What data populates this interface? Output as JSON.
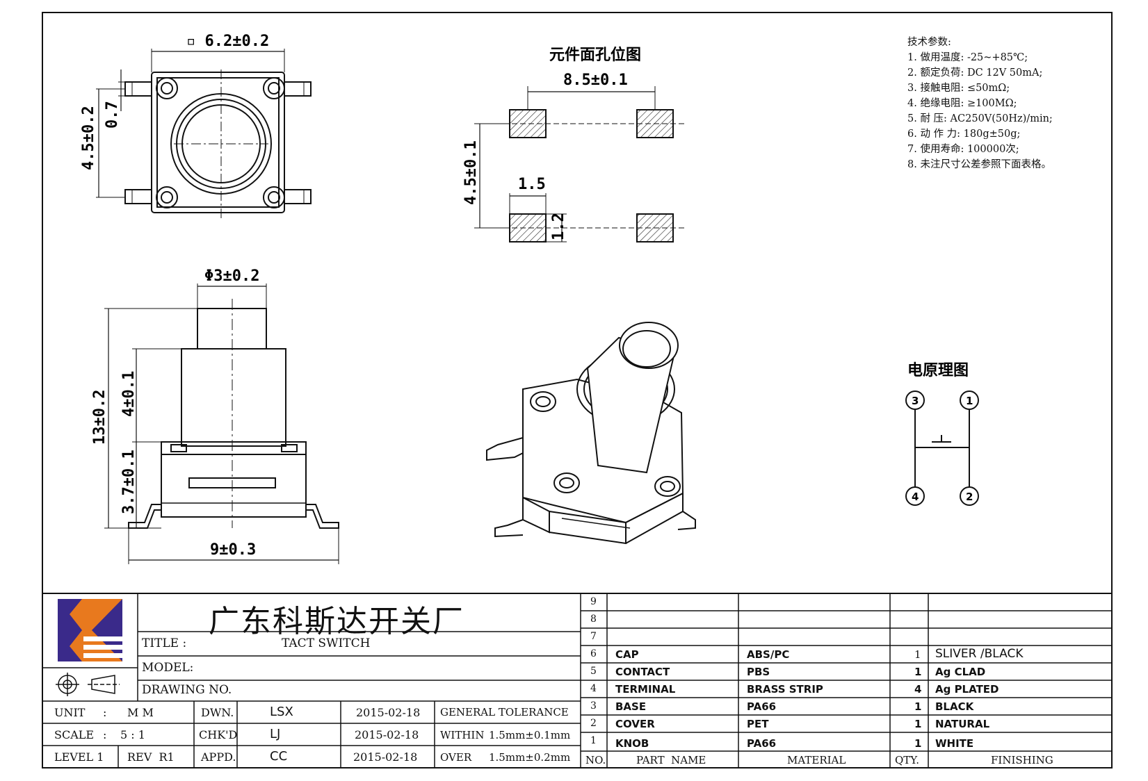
{
  "views": {
    "top_view": {
      "width_dim": "▫ 6.2±0.2",
      "height_dim": "4.5±0.2",
      "pin_dim": "0.7"
    },
    "pcb_layout": {
      "title": "元件面孔位图",
      "pitch_x": "8.5±0.1",
      "pitch_y": "4.5±0.1",
      "pad_w": "1.5",
      "pad_h": "1.2"
    },
    "side_view": {
      "actuator_dia": "Φ3±0.2",
      "total_height": "13±0.2",
      "stem_height": "4±0.1",
      "body_height": "3.7±0.1",
      "body_width": "9±0.3"
    },
    "circuit": {
      "title": "电原理图",
      "pins": [
        "3",
        "1",
        "4",
        "2"
      ]
    }
  },
  "specs": {
    "heading": "技术参数:",
    "items": [
      "1. 做用温度: -25~+85℃;",
      "2. 额定负荷: DC 12V 50mA;",
      "3. 接触电阻: ≤50mΩ;",
      "4. 绝缘电阻: ≥100MΩ;",
      "5. 耐    压: AC250V(50Hz)/min;",
      "6. 动 作 力: 180g±50g;",
      "7. 使用寿命: 100000次;",
      "8. 未注尺寸公差参照下面表格。"
    ]
  },
  "title_block": {
    "company": "广东科斯达开关厂",
    "title_label": "TITLE :",
    "title_value": "TACT SWITCH",
    "model_label": "MODEL:",
    "drawing_no_label": "DRAWING NO.",
    "unit_label": "UNIT",
    "unit_sep": ":",
    "unit_value": "M M",
    "scale_label": "SCALE",
    "scale_sep": ":",
    "scale_value": "5 : 1",
    "level": "LEVEL 1",
    "rev": "REV  R1",
    "dwn_label": "DWN.",
    "dwn_value": "LSX",
    "dwn_date": "2015-02-18",
    "chk_label": "CHK'D",
    "chk_value": "LJ",
    "chk_date": "2015-02-18",
    "appd_label": "APPD.",
    "appd_value": "CC",
    "appd_date": "2015-02-18",
    "tol_1": "GENERAL TOLERANCE",
    "tol_2_a": "WITHIN",
    "tol_2_b": "1.5mm±0.1mm",
    "tol_3_a": "OVER",
    "tol_3_b": "1.5mm±0.2mm"
  },
  "bom": {
    "rows": [
      {
        "no": "9",
        "part": "",
        "material": "",
        "qty": "",
        "finishing": ""
      },
      {
        "no": "8",
        "part": "",
        "material": "",
        "qty": "",
        "finishing": ""
      },
      {
        "no": "7",
        "part": "",
        "material": "",
        "qty": "",
        "finishing": ""
      },
      {
        "no": "6",
        "part": "CAP",
        "material": "ABS/PC",
        "qty": "1",
        "finishing": "SLIVER /BLACK"
      },
      {
        "no": "5",
        "part": "CONTACT",
        "material": "PBS",
        "qty": "1",
        "finishing": "Ag CLAD"
      },
      {
        "no": "4",
        "part": "TERMINAL",
        "material": "BRASS STRIP",
        "qty": "4",
        "finishing": "Ag PLATED"
      },
      {
        "no": "3",
        "part": "BASE",
        "material": "PA66",
        "qty": "1",
        "finishing": "BLACK"
      },
      {
        "no": "2",
        "part": "COVER",
        "material": "PET",
        "qty": "1",
        "finishing": "NATURAL"
      },
      {
        "no": "1",
        "part": "KNOB",
        "material": "PA66",
        "qty": "1",
        "finishing": "WHITE"
      }
    ],
    "headers": {
      "no": "NO.",
      "part": "PART  NAME",
      "material": "MATERIAL",
      "qty": "QTY.",
      "finishing": "FINISHING"
    }
  }
}
